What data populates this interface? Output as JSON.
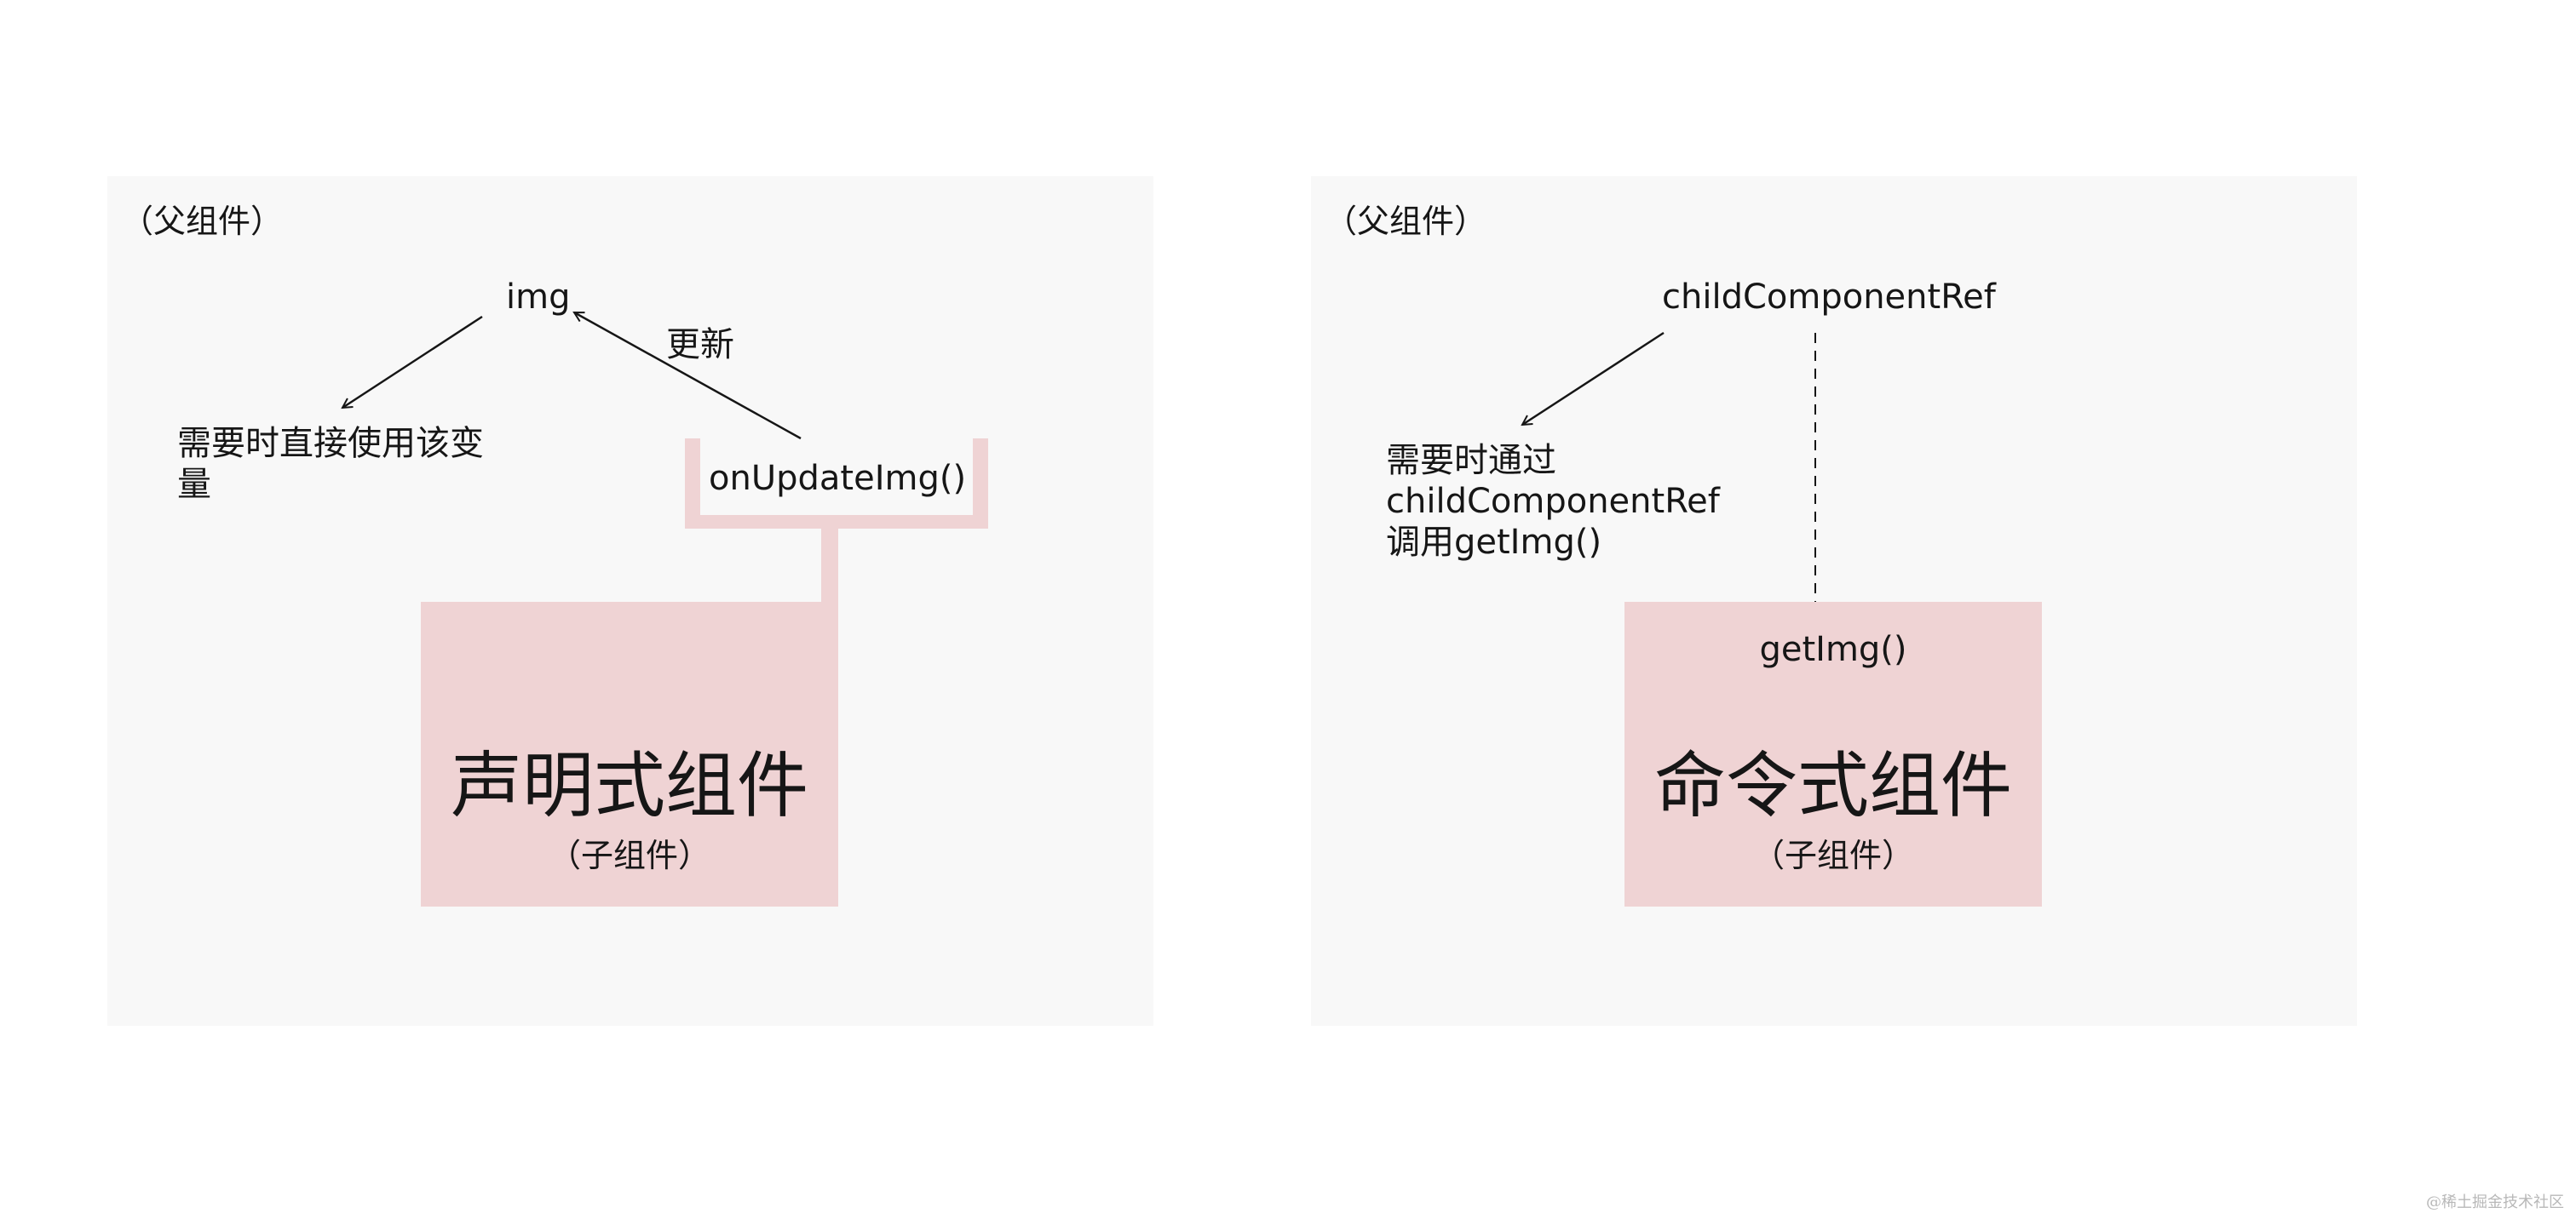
{
  "left": {
    "parent_label": "（父组件）",
    "img_label": "img",
    "update_label": "更新",
    "direct_use_note_line1": "需要时直接使用该变",
    "direct_use_note_line2": "量",
    "callback_label": "onUpdateImg()",
    "component_title": "声明式组件",
    "component_subtitle": "（子组件）"
  },
  "right": {
    "parent_label": "（父组件）",
    "ref_label": "childComponentRef",
    "ref_note_line1": "需要时通过",
    "ref_note_line2": "childComponentRef",
    "ref_note_line3": "调用getImg()",
    "method_label": "getImg()",
    "component_title": "命令式组件",
    "component_subtitle": "（子组件）"
  },
  "watermark": "@稀土掘金技术社区",
  "colors": {
    "panel_bg": "#f8f8f8",
    "child_bg": "#efd3d4",
    "connector": "#efd3d4",
    "text": "#161616"
  }
}
